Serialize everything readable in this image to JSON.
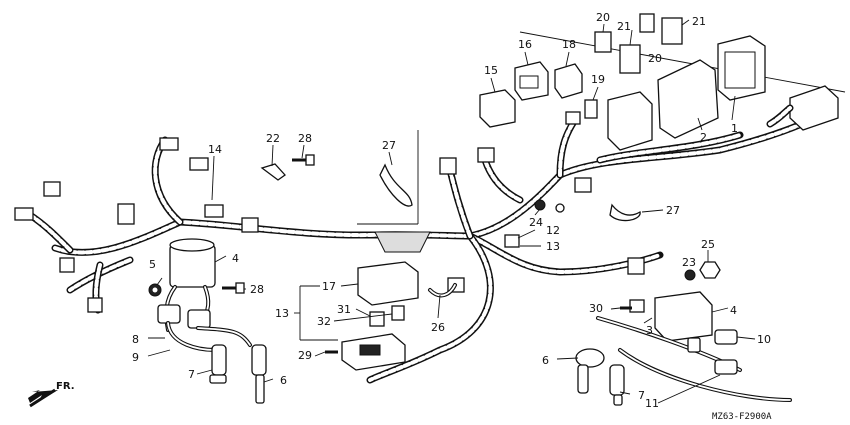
{
  "diagram": {
    "drawing_code": "MZ63-F2900A",
    "direction_label": "FR.",
    "callouts": {
      "c1": "1",
      "c2": "2",
      "c3": "3",
      "c4a": "4",
      "c4b": "4",
      "c5": "5",
      "c6a": "6",
      "c6b": "6",
      "c7a": "7",
      "c7b": "7",
      "c8": "8",
      "c9": "9",
      "c10": "10",
      "c11": "11",
      "c12": "12",
      "c13a": "13",
      "c13b": "13",
      "c14": "14",
      "c15": "15",
      "c16": "16",
      "c17": "17",
      "c18": "18",
      "c19": "19",
      "c20a": "20",
      "c20b": "20",
      "c21a": "21",
      "c21b": "21",
      "c22": "22",
      "c23": "23",
      "c24": "24",
      "c25": "25",
      "c26": "26",
      "c27a": "27",
      "c27b": "27",
      "c28a": "28",
      "c28b": "28",
      "c29": "29",
      "c30": "30",
      "c31": "31",
      "c32": "32"
    }
  }
}
